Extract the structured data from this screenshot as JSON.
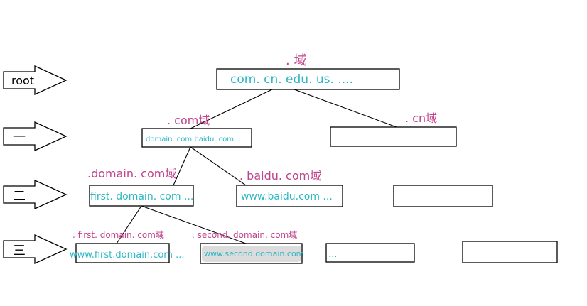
{
  "levels": {
    "root_label": "root",
    "level1_label": "一",
    "level2_label": "二",
    "level3_label": "三"
  },
  "root": {
    "domain_label": ". 域",
    "content": "com. cn. edu. us.  ...."
  },
  "level1": {
    "com_label": ". com域",
    "com_content": "domain. com  baidu. com ...",
    "cn_label": ". cn域"
  },
  "level2": {
    "domain_label": ".domain. com域",
    "domain_content": "first. domain. com ...",
    "baidu_label": ". baidu. com域",
    "baidu_content": "www.baidu.com ..."
  },
  "level3": {
    "first_label": ". first. domain. com域",
    "first_content": "www.first.domain.com ...",
    "second_label": ". second. domain. com域",
    "second_content": "www.second.domain.com",
    "third_content": "..."
  },
  "colors": {
    "label": "#c2448c",
    "content": "#2cb7c4",
    "stroke": "#000000"
  }
}
